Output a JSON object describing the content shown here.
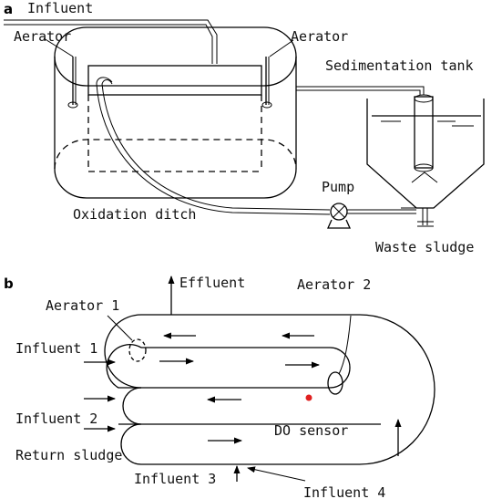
{
  "panel_a": {
    "letter": "a",
    "labels": {
      "influent": "Influent",
      "aerator_left": "Aerator",
      "aerator_right": "Aerator",
      "sedimentation_tank": "Sedimentation tank",
      "pump": "Pump",
      "oxidation_ditch": "Oxidation ditch",
      "waste_sludge": "Waste sludge"
    }
  },
  "panel_b": {
    "letter": "b",
    "labels": {
      "effluent": "Effluent",
      "aerator_1": "Aerator 1",
      "aerator_2": "Aerator 2",
      "influent_1": "Influent 1",
      "influent_2": "Influent 2",
      "return_sludge": "Return sludge",
      "do_sensor": "DO sensor",
      "influent_3": "Influent 3",
      "influent_4": "Influent 4"
    },
    "colors": {
      "do_sensor_dot": "#e02020"
    }
  }
}
